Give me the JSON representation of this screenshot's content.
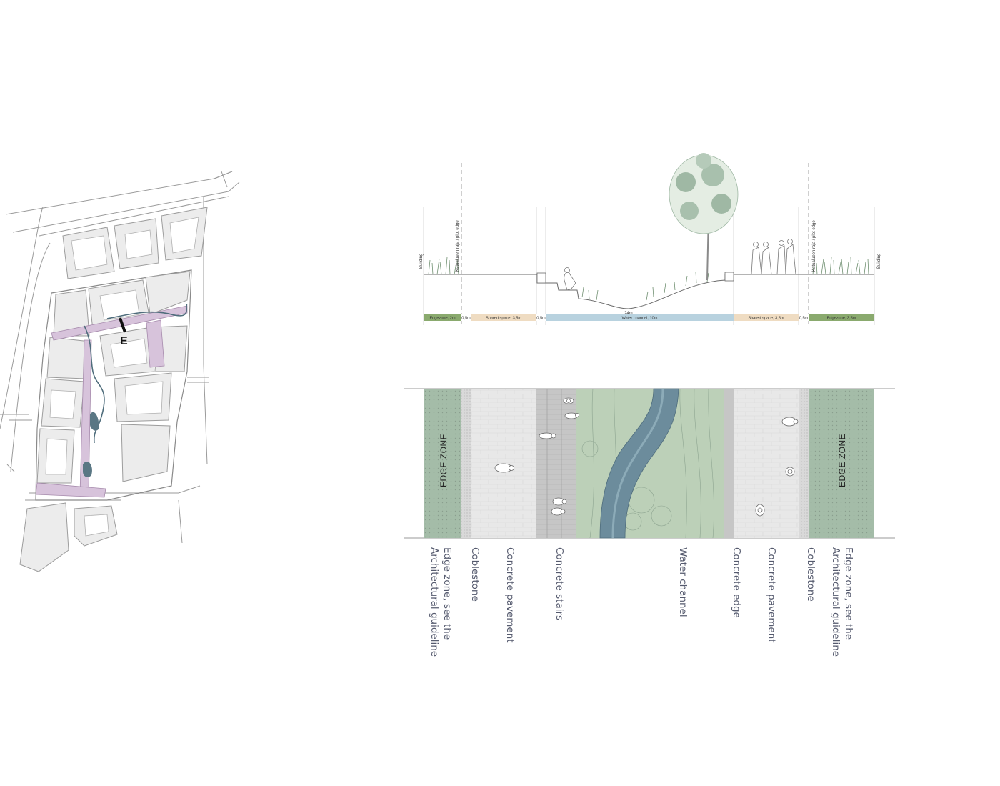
{
  "siteplan": {
    "section_marker": "E"
  },
  "section": {
    "left_edge_label": "Building",
    "right_edge_label": "Building",
    "left_plot_label": "Katualueen raja / plot edge",
    "right_plot_label": "Katualueen raja / plot edge",
    "total_width_label": "24m",
    "zones": [
      {
        "label": "Edgezone, 2m",
        "color": "#8aaa6e"
      },
      {
        "label": "0,5m",
        "color": "#ffffff"
      },
      {
        "label": "Shared space, 3,5m",
        "color": "#efdcc2"
      },
      {
        "label": "0,5m",
        "color": "#ffffff"
      },
      {
        "label": "Water channel, 10m",
        "color": "#b8d2df"
      },
      {
        "label": "Shared space, 3,5m",
        "color": "#efdcc2"
      },
      {
        "label": "0,5m",
        "color": "#ffffff"
      },
      {
        "label": "Edgezone, 3,5m",
        "color": "#8aaa6e"
      }
    ]
  },
  "plan": {
    "left_zone_label": "EDGE ZONE",
    "right_zone_label": "EDGE ZONE",
    "colors": {
      "edge_zone": "#a4bca8",
      "pavement": "#e6e6e6",
      "cobblestone": "#d4d4d4",
      "stairs": "#c6c6c6",
      "grass": "#bcd0b8",
      "water": "#6c8c9c"
    }
  },
  "legend": [
    "Edge zone, see the\nArchitectural guideline",
    "Coblestone",
    "Concrete pavement",
    "Concrete stairs",
    "Water channel",
    "Concrete edge",
    "Concrete pavement",
    "Coblestone",
    "Edge zone, see the\nArchitectural guideline"
  ]
}
